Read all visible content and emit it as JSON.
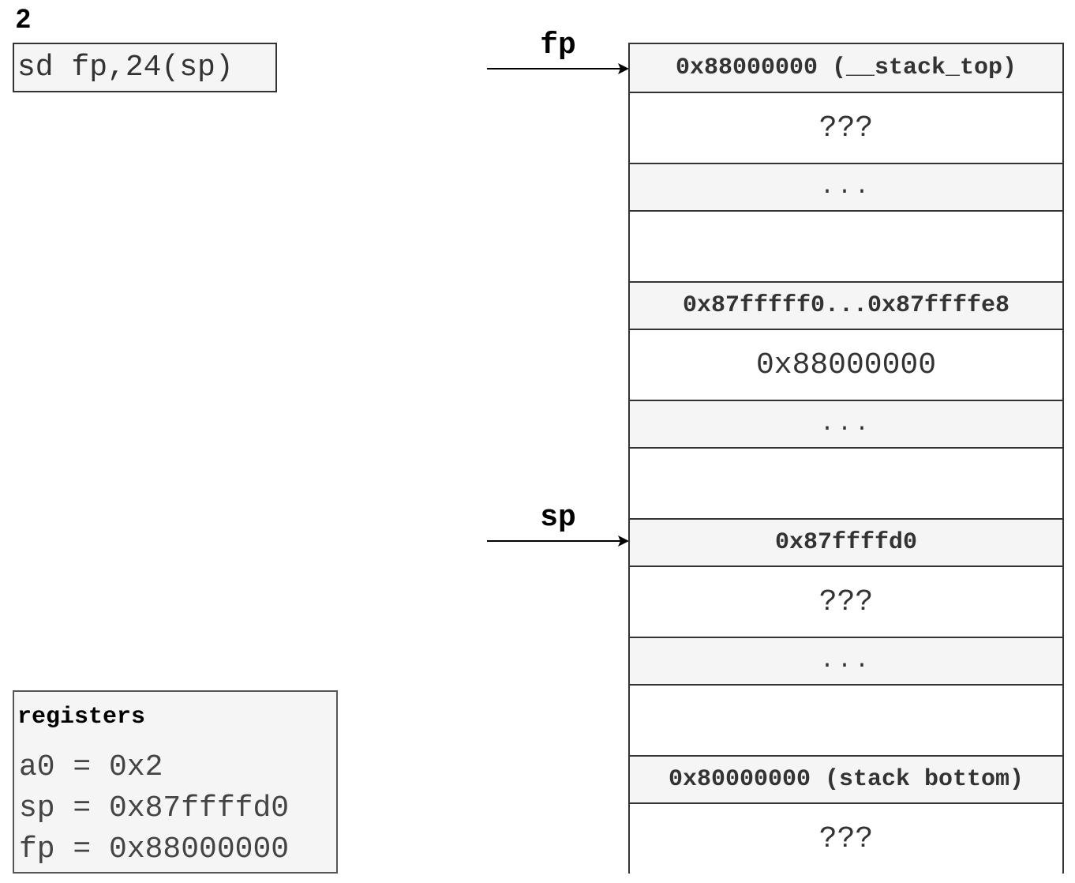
{
  "step": "2",
  "instruction": "sd fp,24(sp)",
  "pointers": {
    "fp": "fp",
    "sp": "sp"
  },
  "stack": {
    "cells": [
      {
        "text": "0x88000000 (__stack_top)",
        "kind": "header"
      },
      {
        "text": "???",
        "kind": "body"
      },
      {
        "text": "...",
        "kind": "dots"
      },
      {
        "text": "",
        "kind": "body"
      },
      {
        "text": "0x87fffff0...0x87ffffe8",
        "kind": "header"
      },
      {
        "text": "0x88000000",
        "kind": "body"
      },
      {
        "text": "...",
        "kind": "dots"
      },
      {
        "text": "",
        "kind": "body"
      },
      {
        "text": "0x87ffffd0",
        "kind": "header"
      },
      {
        "text": "???",
        "kind": "body"
      },
      {
        "text": "...",
        "kind": "dots"
      },
      {
        "text": "",
        "kind": "body"
      },
      {
        "text": "0x80000000 (stack bottom)",
        "kind": "header"
      },
      {
        "text": "???",
        "kind": "body"
      }
    ]
  },
  "registers": {
    "title": "registers",
    "lines": [
      "a0 = 0x2",
      "sp = 0x87ffffd0",
      "fp = 0x88000000"
    ]
  },
  "colors": {
    "header_fill": "#f5f5f5",
    "border": "#333333",
    "arrow": "#000000"
  }
}
